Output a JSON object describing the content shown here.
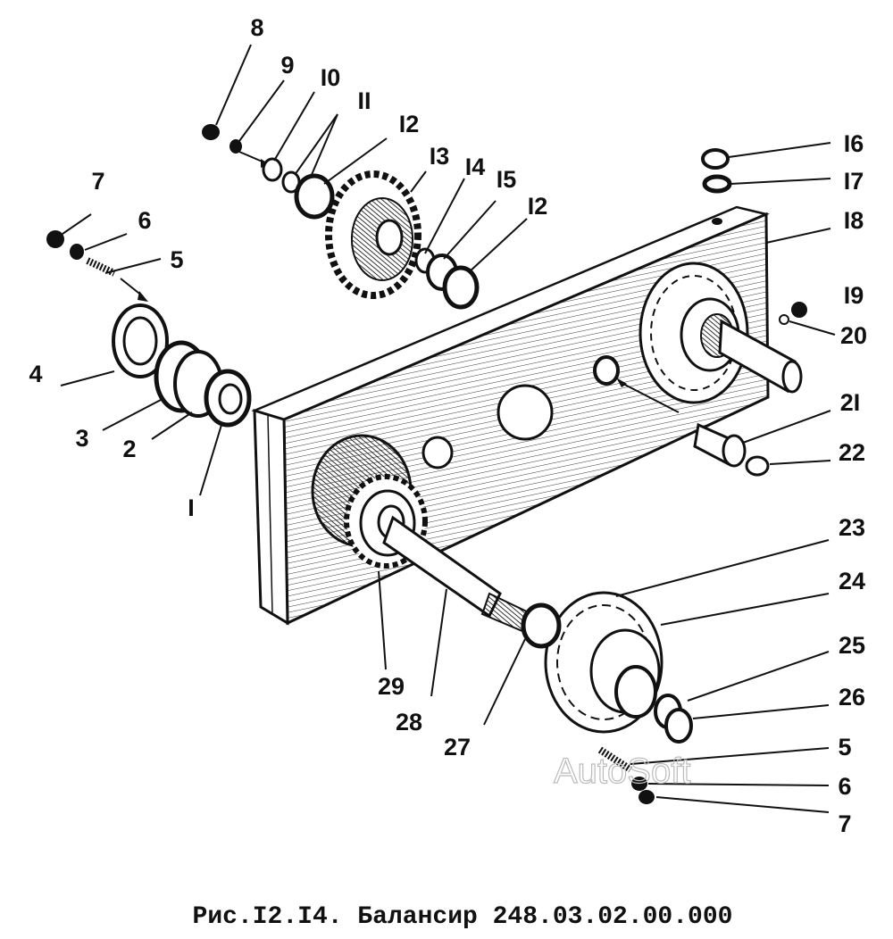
{
  "caption": "Рис.I2.I4. Балансир  248.03.02.00.000",
  "watermark": "AutoSoft",
  "labels": [
    "8",
    "9",
    "I0",
    "II",
    "I2",
    "I3",
    "I4",
    "I5",
    "I2",
    "7",
    "6",
    "5",
    "4",
    "3",
    "2",
    "I",
    "I6",
    "I7",
    "I8",
    "I9",
    "20",
    "2I",
    "22",
    "23",
    "24",
    "25",
    "26",
    "5",
    "6",
    "7",
    "29",
    "28",
    "27"
  ]
}
